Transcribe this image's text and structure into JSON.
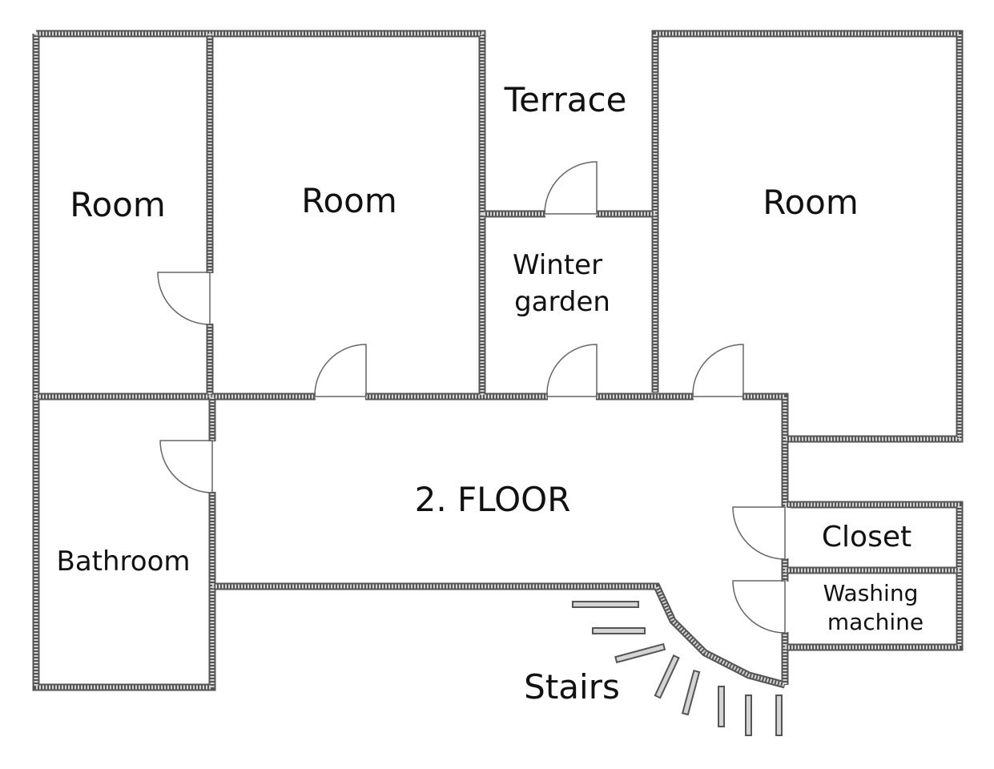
{
  "plan": {
    "title": "2. FLOOR",
    "rooms": {
      "room_left": "Room",
      "room_middle": "Room",
      "room_right": "Room",
      "terrace": "Terrace",
      "winter_garden_line1": "Winter",
      "winter_garden_line2": "garden",
      "bathroom": "Bathroom",
      "closet": "Closet",
      "washing_line1": "Washing",
      "washing_line2": "machine",
      "stairs": "Stairs"
    }
  }
}
